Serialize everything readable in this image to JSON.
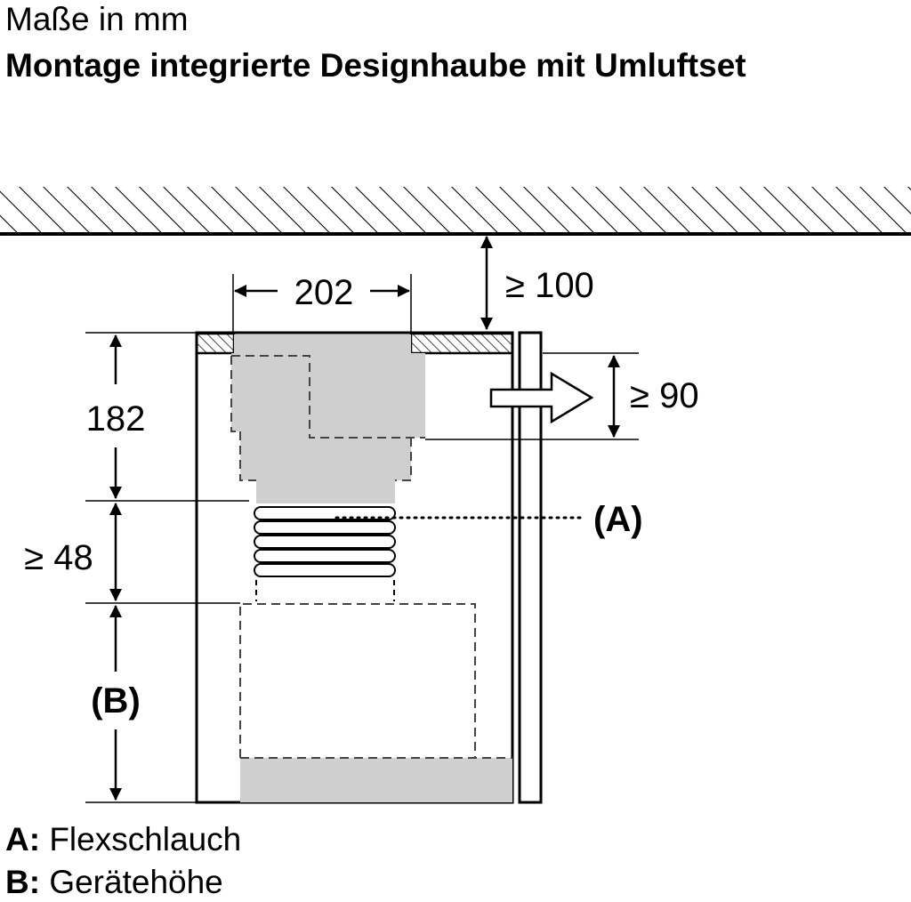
{
  "header": {
    "units": "Maße in mm",
    "title": "Montage integrierte Designhaube mit Umluftset"
  },
  "dimensions": {
    "width_duct": "202",
    "ceiling_gap": "≥ 100",
    "vent_height": "≥ 90",
    "hood_height": "182",
    "hose_height": "≥ 48",
    "appliance_height": "(B)"
  },
  "callouts": {
    "hose": "(A)"
  },
  "legend": [
    {
      "key": "A:",
      "text": "Flexschlauch"
    },
    {
      "key": "B:",
      "text": "Gerätehöhe"
    }
  ]
}
